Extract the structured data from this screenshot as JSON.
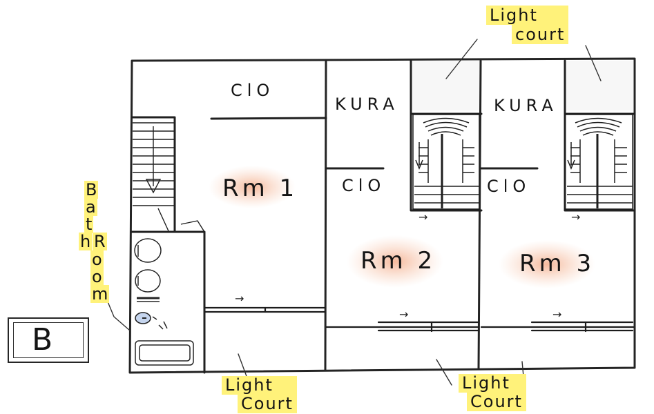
{
  "plan": {
    "box_label": "B",
    "rooms": {
      "rm1": "Rm 1",
      "rm2": "Rm 2",
      "rm3": "Rm 3"
    },
    "storage": {
      "clo_top": "ClO",
      "clo_rm2": "ClO",
      "clo_rm3": "ClO",
      "kura_rm2": "KURA",
      "kura_rm3": "KURA"
    },
    "light_courts": [
      {
        "line1": "Light",
        "line2": "court"
      },
      {
        "line1": "Light",
        "line2": "Court"
      },
      {
        "line1": "Light",
        "line2": "Court"
      }
    ],
    "bathroom_letters": [
      "B",
      "a",
      "t",
      "h",
      "R",
      "o",
      "o",
      "m"
    ]
  }
}
